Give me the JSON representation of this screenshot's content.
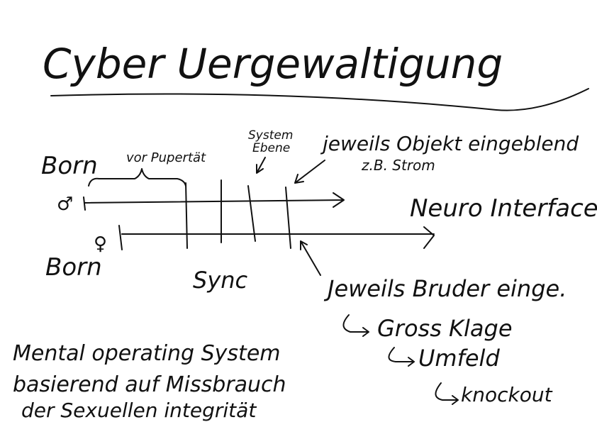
{
  "title": "Cyber Uergewaltigung",
  "labels": {
    "born_top": "Born",
    "vor_pubertaet": "vor Pupertät",
    "system_ebene_line1": "System",
    "system_ebene_line2": "Ebene",
    "jeweils_objekt": "jeweils Objekt eingeblend",
    "zb_strom": "z.B. Strom",
    "male_symbol": "♂",
    "neuro_interface": "Neuro Interface",
    "female_symbol": "♀",
    "born_bottom": "Born",
    "sync": "Sync",
    "jeweils_bruder": "Jeweils Bruder einge.",
    "gross_klage": "Gross Klage",
    "umfeld": "Umfeld",
    "knockout": "knockout",
    "mental_line1": "Mental operating System",
    "mental_line2": "basierend auf Missbrauch",
    "mental_line3": "der Sexuellen integrität"
  },
  "ink_color": "#111111",
  "background": "#ffffff"
}
